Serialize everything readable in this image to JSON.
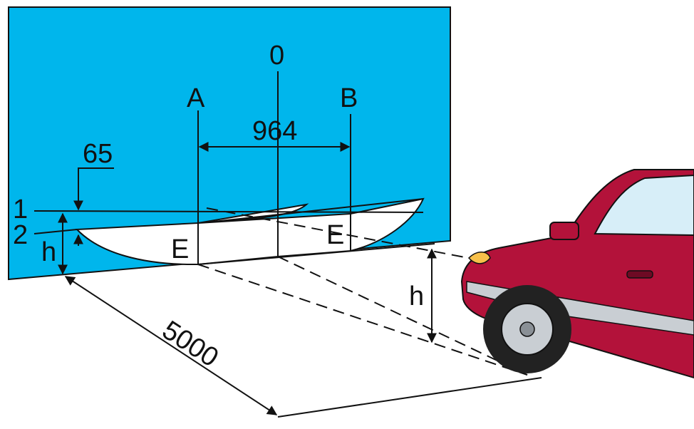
{
  "labels": {
    "center": "0",
    "left_axis": "A",
    "right_axis": "B",
    "spacing": "964",
    "drop": "65",
    "line1": "1",
    "line2": "2",
    "wall_height": "h",
    "car_height": "h",
    "distance": "5000",
    "point_left": "E",
    "point_right": "E"
  },
  "colors": {
    "wall": "#00b6ec",
    "car_body": "#b3123a",
    "car_dark": "#6e0a24",
    "car_highlight": "#e05a78",
    "glass": "#d7eef8",
    "tire": "#222222",
    "rim": "#c9ced3",
    "stroke": "#111111"
  }
}
